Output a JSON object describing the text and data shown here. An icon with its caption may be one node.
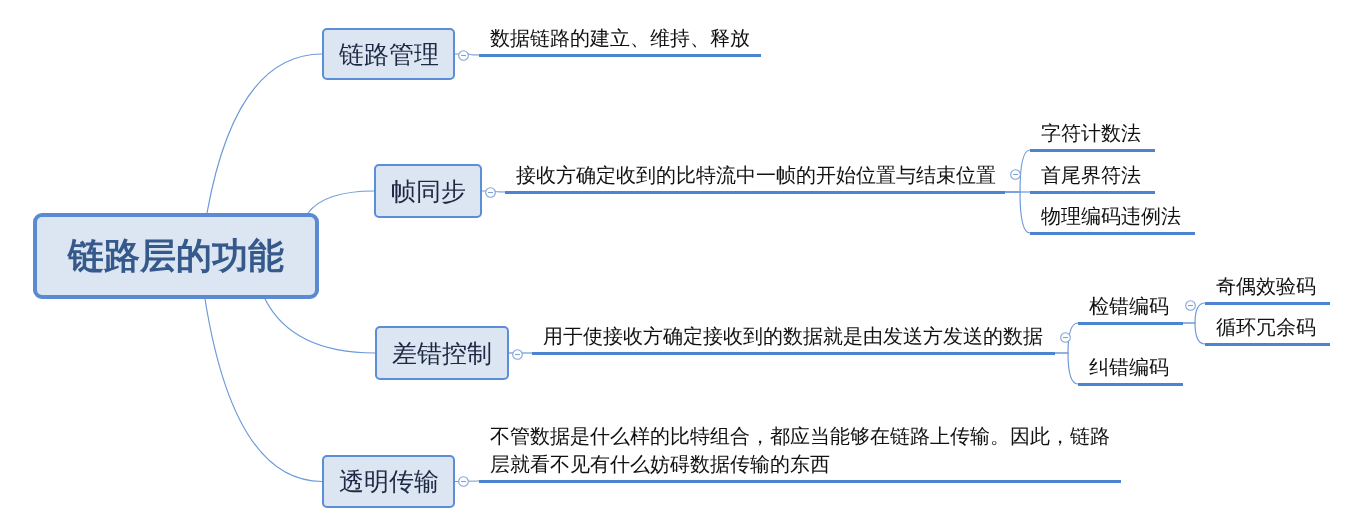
{
  "diagram": {
    "nodes": [
      {
        "text": [
          "链路层的功能"
        ]
      },
      {
        "text": [
          "链路管理"
        ]
      },
      {
        "text": [
          "数据链路的建立、维持、释放"
        ]
      },
      {
        "text": [
          "帧同步"
        ]
      },
      {
        "text": [
          "接收方确定收到的比特流中一帧的开始位置与结束位置"
        ]
      },
      {
        "text": [
          "字符计数法"
        ]
      },
      {
        "text": [
          "首尾界符法"
        ]
      },
      {
        "text": [
          "物理编码违例法"
        ]
      },
      {
        "text": [
          "差错控制"
        ]
      },
      {
        "text": [
          "用于使接收方确定接收到的数据就是由发送方发送的数据"
        ]
      },
      {
        "text": [
          "检错编码"
        ]
      },
      {
        "text": [
          "奇偶效验码"
        ]
      },
      {
        "text": [
          "循环冗余码"
        ]
      },
      {
        "text": [
          "纠错编码"
        ]
      },
      {
        "text": [
          "透明传输"
        ]
      },
      {
        "text": [
          "不管数据是什么样的比特组合，都应当能够在链路上传输。因此，链路层就看不见有什么妨碍数据传输的东西"
        ]
      }
    ],
    "edges": [
      {
        "from": 0,
        "to": 1,
        "arrow": "none"
      },
      {
        "from": 0,
        "to": 3,
        "arrow": "none"
      },
      {
        "from": 0,
        "to": 8,
        "arrow": "none"
      },
      {
        "from": 0,
        "to": 14,
        "arrow": "none"
      },
      {
        "from": 1,
        "to": 2,
        "arrow": "none"
      },
      {
        "from": 3,
        "to": 4,
        "arrow": "none"
      },
      {
        "from": 4,
        "to": 5,
        "arrow": "none"
      },
      {
        "from": 4,
        "to": 6,
        "arrow": "none"
      },
      {
        "from": 4,
        "to": 7,
        "arrow": "none"
      },
      {
        "from": 8,
        "to": 9,
        "arrow": "none"
      },
      {
        "from": 9,
        "to": 10,
        "arrow": "none"
      },
      {
        "from": 9,
        "to": 13,
        "arrow": "none"
      },
      {
        "from": 10,
        "to": 11,
        "arrow": "none"
      },
      {
        "from": 10,
        "to": 12,
        "arrow": "none"
      },
      {
        "from": 14,
        "to": 15,
        "arrow": "none"
      }
    ]
  }
}
